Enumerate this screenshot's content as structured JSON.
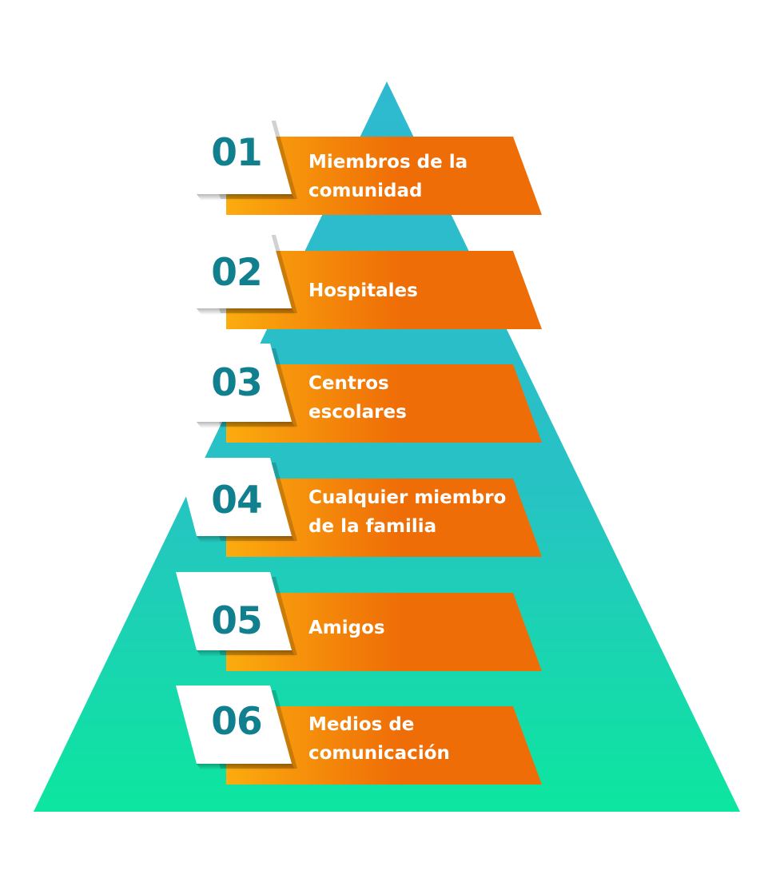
{
  "colors": {
    "pyramid_top": "#2fb9d0",
    "pyramid_bottom": "#0de69f",
    "banner_left": "#fbac0e",
    "banner_right": "#ef6d07",
    "badge_fill": "#ffffff",
    "badge_number": "#11808e",
    "label_text": "#ffffff"
  },
  "levels": [
    {
      "number": "01",
      "label_line1": "Miembros de la",
      "label_line2": "comunidad"
    },
    {
      "number": "02",
      "label_line1": "Hospitales",
      "label_line2": ""
    },
    {
      "number": "03",
      "label_line1": "Centros",
      "label_line2": "escolares"
    },
    {
      "number": "04",
      "label_line1": "Cualquier miembro",
      "label_line2": "de la familia"
    },
    {
      "number": "05",
      "label_line1": "Amigos",
      "label_line2": ""
    },
    {
      "number": "06",
      "label_line1": "Medios de",
      "label_line2": "comunicación"
    }
  ]
}
